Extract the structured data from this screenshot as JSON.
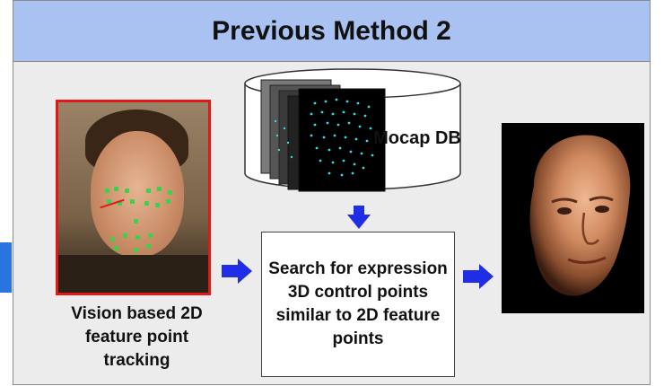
{
  "title": "Previous Method 2",
  "left_caption": "Vision based 2D feature point tracking",
  "db_label": "Mocap DB",
  "search_text": "Search for expression 3D control points similar to 2D feature points",
  "colors": {
    "title_bar": "#a9c2f2",
    "panel": "#ececec",
    "arrow": "#1f2ee6",
    "photo_border": "#e01818",
    "marker": "#3bd14a",
    "mocap_point": "#3fd7e0"
  }
}
